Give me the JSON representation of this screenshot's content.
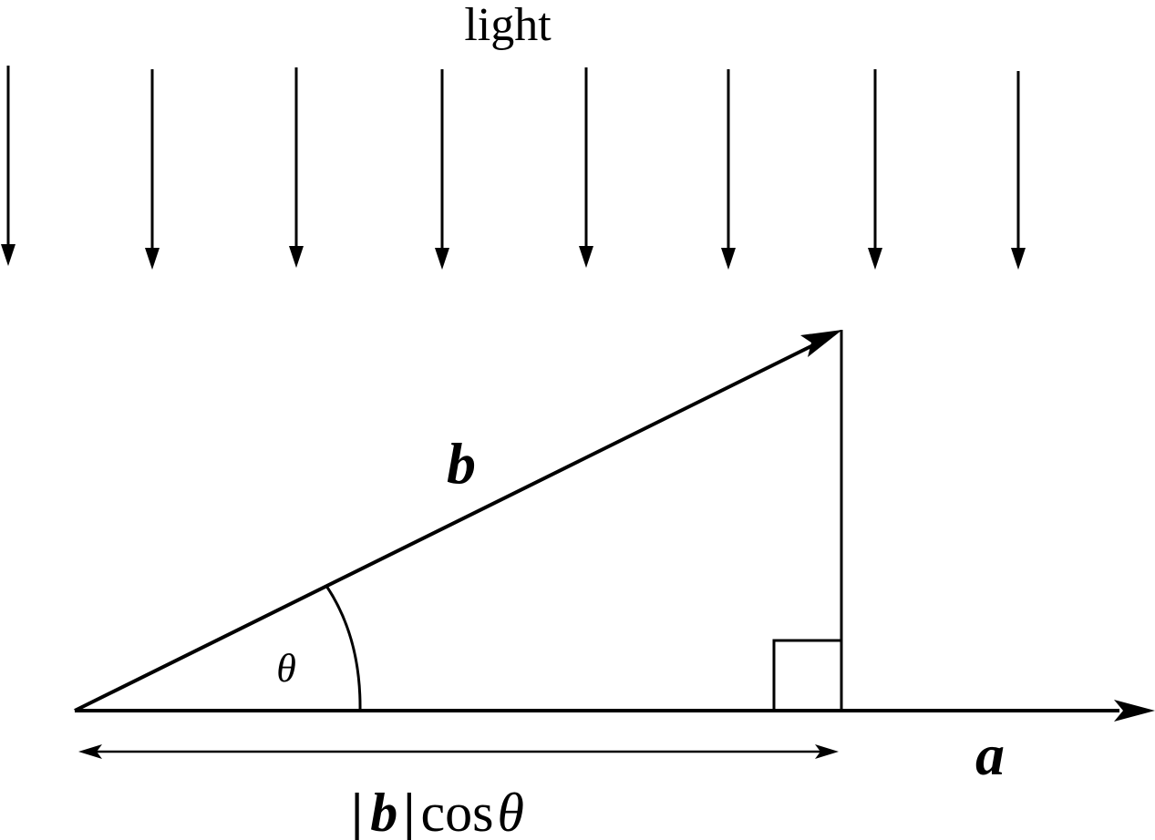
{
  "diagram": {
    "light_label": "light",
    "vector_b_label": "b",
    "vector_a_label": "a",
    "angle_label": "θ",
    "projection_label": {
      "bar_left": "|",
      "b": "b",
      "bar_right": "|",
      "cos": "cos",
      "theta": "θ"
    },
    "light_ray_count": 8,
    "stroke_color": "#000000",
    "background_color": "#ffffff"
  }
}
